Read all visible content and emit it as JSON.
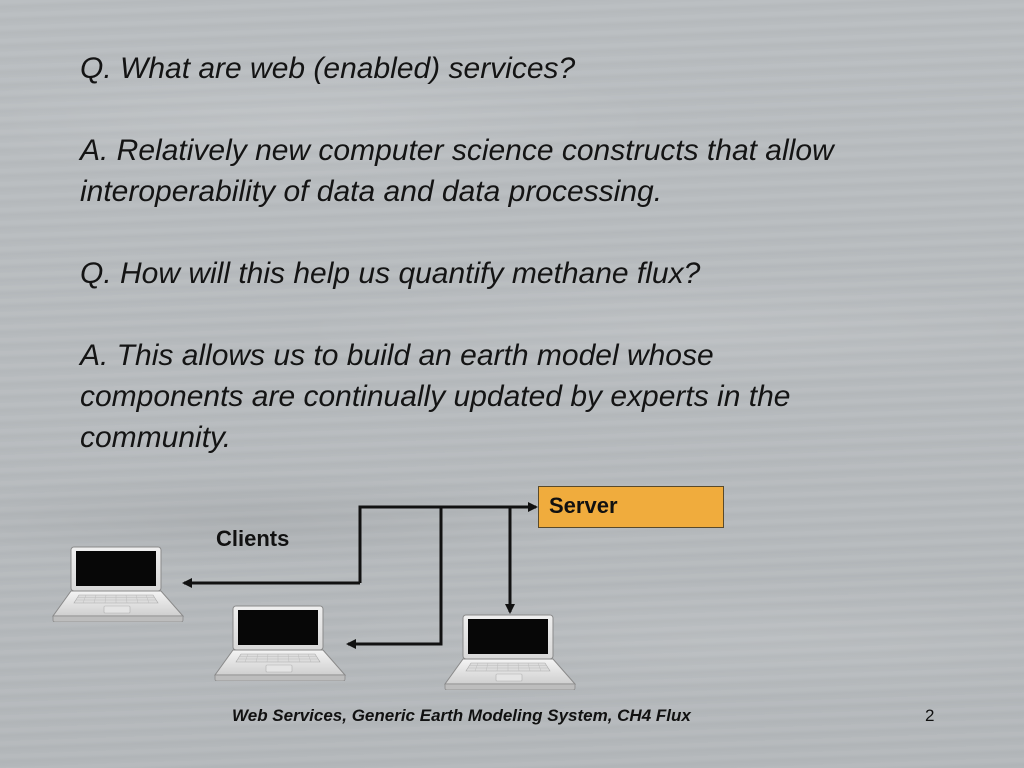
{
  "qa": {
    "q1": "Q. What are web (enabled) services?",
    "a1_line1": "A. Relatively new computer science constructs that allow",
    "a1_line2": "interoperability of data and data processing.",
    "q2": "Q. How will this help us quantify methane flux?",
    "a2_line1": "A. This allows us to build an earth model whose",
    "a2_line2": "components are continually updated by experts in the",
    "a2_line3": "community."
  },
  "diagram": {
    "server_label": "Server",
    "clients_label": "Clients",
    "server_color": "#f0ac3d",
    "clients": [
      "laptop-icon",
      "laptop-icon",
      "laptop-icon"
    ]
  },
  "footer": {
    "text": "Web Services, Generic Earth Modeling System, CH4 Flux",
    "page_number": "2"
  }
}
